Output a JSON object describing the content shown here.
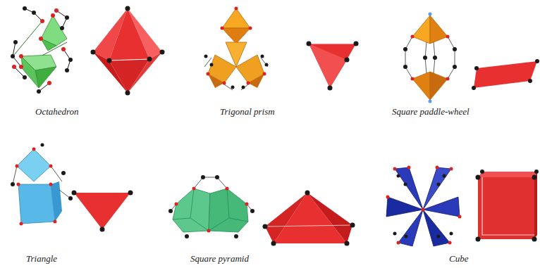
{
  "diagram": {
    "labels": [
      "Octahedron",
      "Trigonal prism",
      "Square paddle-wheel",
      "Triangle",
      "Square pyramid",
      "Cube"
    ]
  }
}
